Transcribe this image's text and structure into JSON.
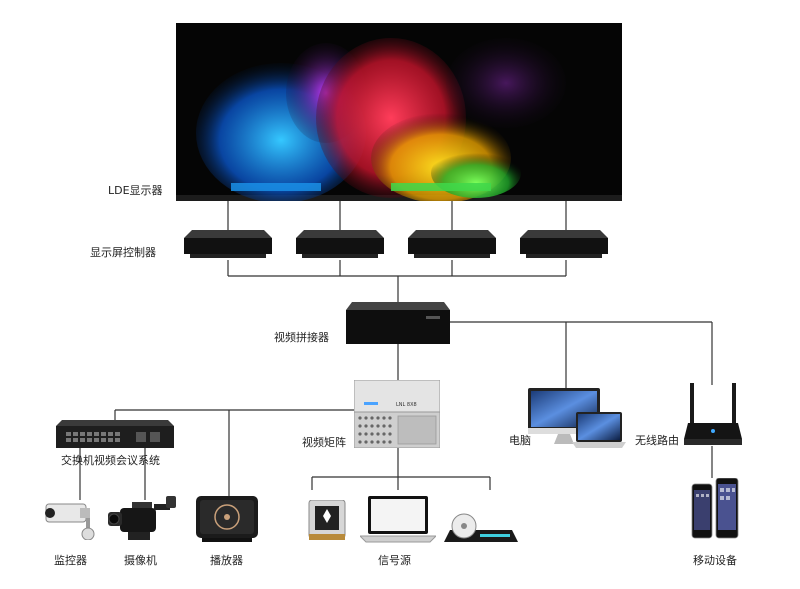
{
  "labels": {
    "led_display": "LDE显示器",
    "display_controller": "显示屏控制器",
    "video_splicer": "视频拼接器",
    "video_matrix": "视频矩阵",
    "pc": "电脑",
    "wireless_router": "无线路由",
    "switch_conf": "交换机视频会议系统",
    "monitor_cam": "监控器",
    "camcorder": "摄像机",
    "player": "播放器",
    "signal_source": "信号源",
    "mobile": "移动设备"
  },
  "matrix_brand": "LNL 8X8"
}
